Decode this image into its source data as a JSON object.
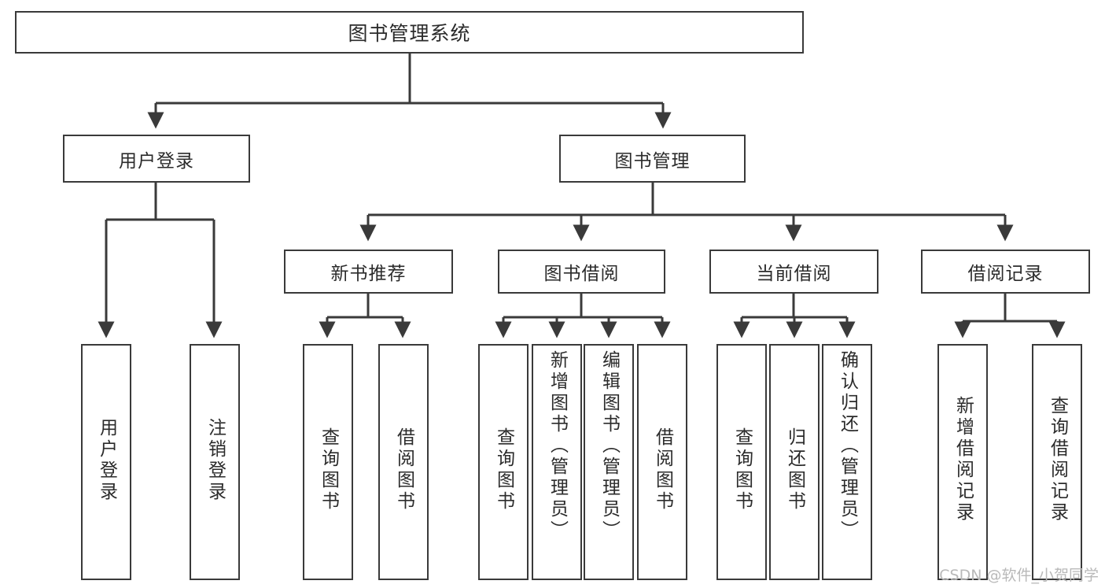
{
  "diagram": {
    "title": "图书管理系统",
    "type": "tree-hierarchy-diagram",
    "style": {
      "box_border_color": "#3a3a3a",
      "box_fill_color": "#ffffff",
      "edge_color": "#3a3a3a",
      "text_color": "#2b2b2b",
      "background_color": "#ffffff"
    },
    "root": {
      "label": "图书管理系统"
    },
    "level1": [
      {
        "label": "用户登录"
      },
      {
        "label": "图书管理"
      }
    ],
    "level2": [
      {
        "label": "新书推荐"
      },
      {
        "label": "图书借阅"
      },
      {
        "label": "当前借阅"
      },
      {
        "label": "借阅记录"
      }
    ],
    "leaves": {
      "user_login": [
        {
          "label": "用户登录"
        },
        {
          "label": "注销登录"
        }
      ],
      "new_book_recommend": [
        {
          "label": "查询图书"
        },
        {
          "label": "借阅图书"
        }
      ],
      "book_borrow": [
        {
          "label": "查询图书"
        },
        {
          "label": "新增图书（管理员）"
        },
        {
          "label": "编辑图书（管理员）"
        },
        {
          "label": "借阅图书"
        }
      ],
      "current_borrow": [
        {
          "label": "查询图书"
        },
        {
          "label": "归还图书"
        },
        {
          "label": "确认归还（管理员）"
        }
      ],
      "borrow_records": [
        {
          "label": "新增借阅记录"
        },
        {
          "label": "查询借阅记录"
        }
      ]
    }
  },
  "watermark": {
    "text": "CSDN @软件_小贺同学"
  }
}
